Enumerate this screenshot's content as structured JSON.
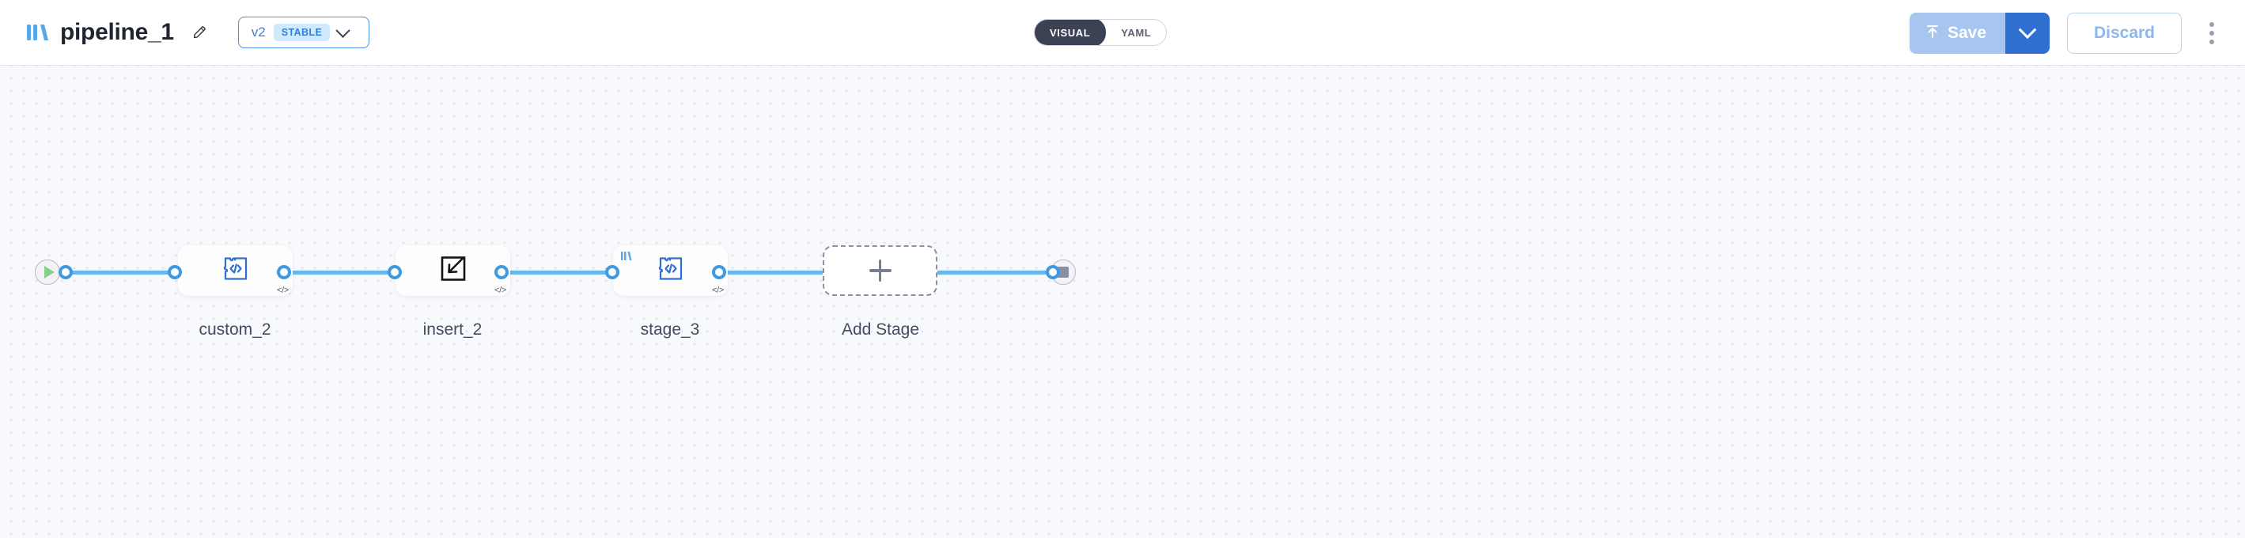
{
  "header": {
    "logo_icon": "pipeline-logo-icon",
    "title": "pipeline_1",
    "edit_icon": "pencil-icon",
    "version": {
      "label": "v2",
      "badge": "STABLE",
      "chevron_icon": "chevron-down-icon"
    },
    "view_toggle": {
      "options": [
        {
          "label": "VISUAL",
          "active": true
        },
        {
          "label": "YAML",
          "active": false
        }
      ]
    },
    "actions": {
      "save_label": "Save",
      "save_icon": "upload-arrow-icon",
      "save_caret_icon": "chevron-down-icon",
      "discard_label": "Discard",
      "kebab_icon": "more-vertical-icon"
    }
  },
  "canvas": {
    "start_node": {
      "name": "start-node",
      "icon": "play-icon"
    },
    "end_node": {
      "name": "end-node",
      "icon": "stop-icon"
    },
    "stages": [
      {
        "label": "custom_2",
        "icon": "puzzle-code-icon",
        "code_badge": "</>",
        "has_logo_badge": false
      },
      {
        "label": "insert_2",
        "icon": "insert-arrow-icon",
        "code_badge": "</>",
        "has_logo_badge": false
      },
      {
        "label": "stage_3",
        "icon": "puzzle-code-icon",
        "code_badge": "</>",
        "has_logo_badge": true
      }
    ],
    "add_stage": {
      "label": "Add Stage",
      "icon": "plus-icon"
    }
  },
  "colors": {
    "accent_blue": "#3f9ae0",
    "edge_blue": "#67b6ef",
    "save_blue": "#a7c6ef",
    "save_caret_blue": "#2f6fd0",
    "toggle_dark": "#3c4254",
    "badge_bg": "#cfeafd",
    "badge_text": "#2f7fd4",
    "canvas_bg": "#f8f9fc",
    "label_text": "#454b60",
    "play_green": "#86d18a"
  }
}
